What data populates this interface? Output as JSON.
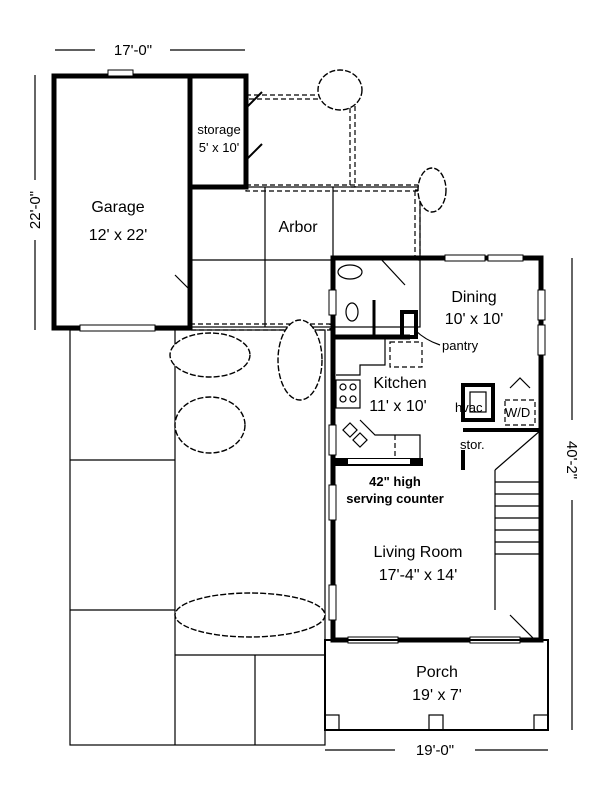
{
  "dimensions": {
    "garage_width": "17'-0\"",
    "garage_depth": "22'-0\"",
    "house_depth": "40'-2\"",
    "house_width": "19'-0\""
  },
  "rooms": {
    "garage": {
      "name": "Garage",
      "size": "12' x 22'"
    },
    "storage": {
      "name": "storage",
      "size": "5' x 10'"
    },
    "arbor": {
      "name": "Arbor"
    },
    "dining": {
      "name": "Dining",
      "size": "10' x 10'"
    },
    "pantry": {
      "name": "pantry"
    },
    "kitchen": {
      "name": "Kitchen",
      "size": "11' x 10'"
    },
    "hvac": {
      "name": "hvac"
    },
    "wd": {
      "name": "W/D"
    },
    "stor": {
      "name": "stor."
    },
    "counter": {
      "line1": "42\" high",
      "line2": "serving counter"
    },
    "living": {
      "name": "Living Room",
      "size": "17'-4\" x 14'"
    },
    "porch": {
      "name": "Porch",
      "size": "19' x 7'"
    }
  }
}
